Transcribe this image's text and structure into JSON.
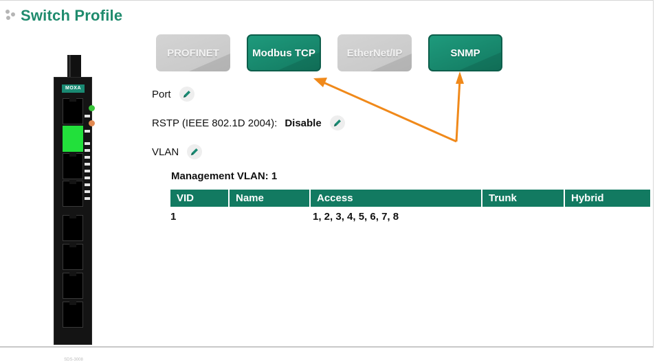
{
  "page": {
    "title": "Switch Profile"
  },
  "device": {
    "logo": "MOXA",
    "model": "SDS-3008"
  },
  "protocols": [
    {
      "label": "PROFINET",
      "state": "disabled"
    },
    {
      "label": "Modbus TCP",
      "state": "enabled"
    },
    {
      "label": "EtherNet/IP",
      "state": "disabled"
    },
    {
      "label": "SNMP",
      "state": "enabled"
    }
  ],
  "settings": {
    "port_label": "Port",
    "rstp_label": "RSTP (IEEE 802.1D 2004):",
    "rstp_value": "Disable",
    "vlan_label": "VLAN"
  },
  "vlan": {
    "management": "Management VLAN: 1",
    "columns": [
      "VID",
      "Name",
      "Access",
      "Trunk",
      "Hybrid"
    ],
    "rows": [
      {
        "vid": "1",
        "name": "",
        "access": "1, 2, 3, 4, 5, 6, 7, 8",
        "trunk": "",
        "hybrid": ""
      }
    ]
  },
  "colors": {
    "brand": "#1f8b6d",
    "header_bg": "#127a61",
    "annotation_arrow": "#f0891a",
    "selected_port": "#22e03b"
  },
  "icons": {
    "header": "dots-icon",
    "edit": "pencil-icon"
  }
}
